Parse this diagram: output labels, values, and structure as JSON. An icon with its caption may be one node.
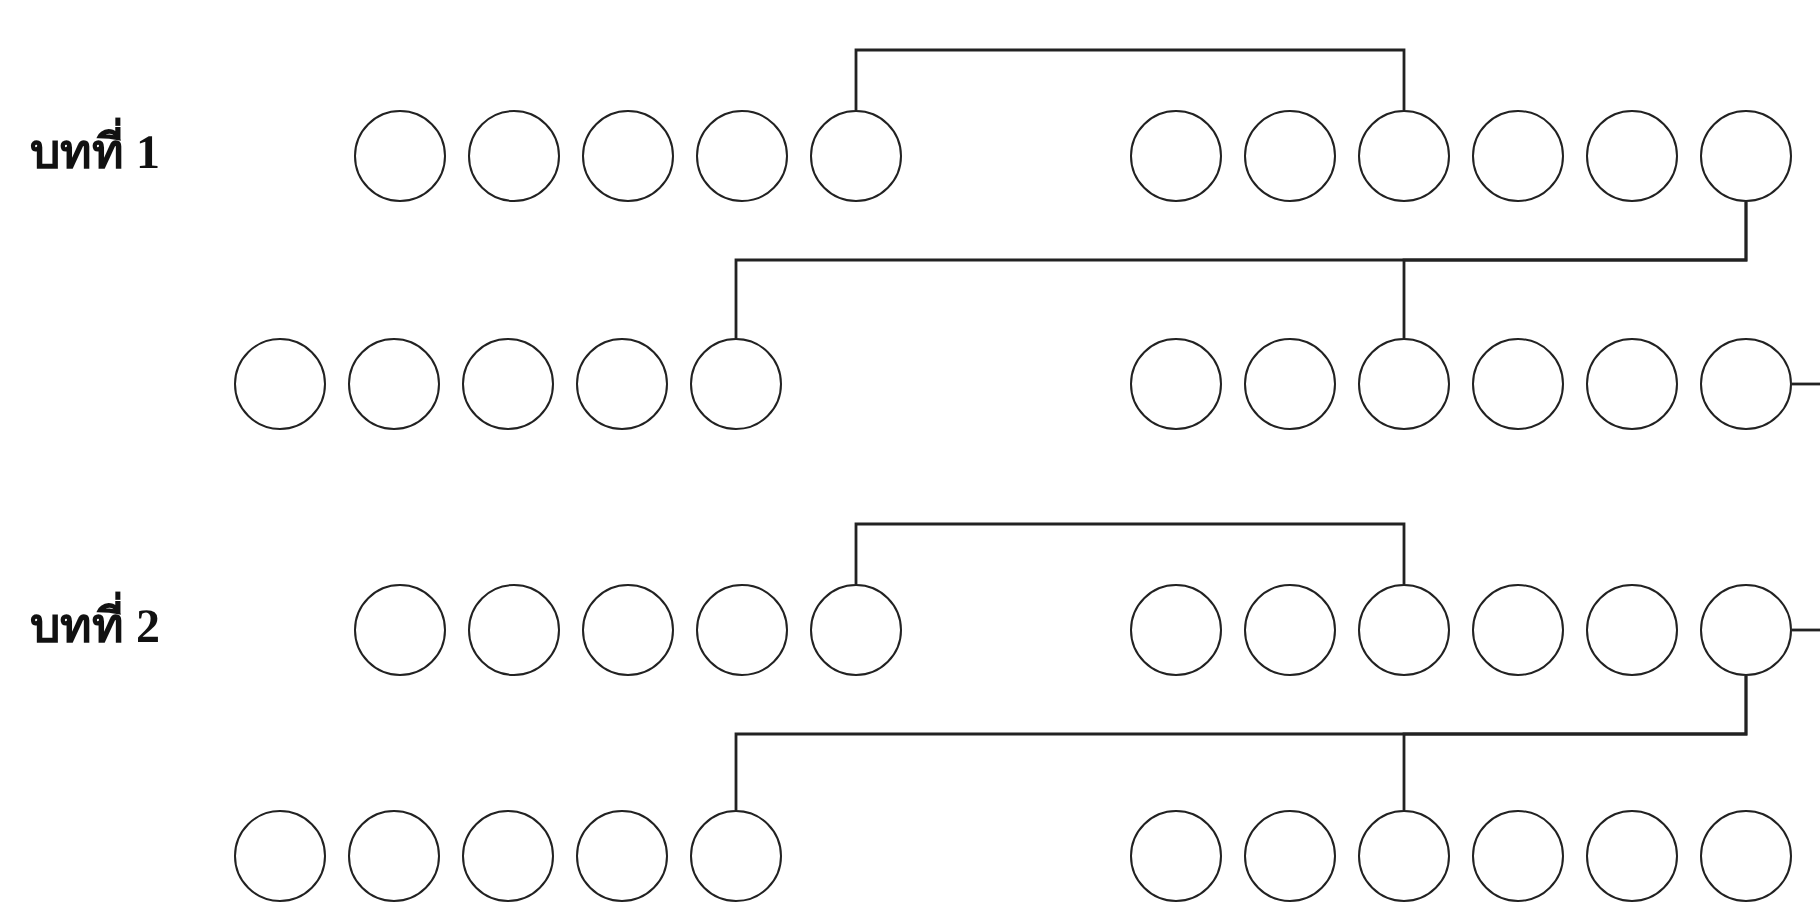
{
  "diagram": {
    "nodes": [
      {
        "text": [],
        "shape": "circle"
      },
      {
        "text": [],
        "shape": "circle"
      },
      {
        "text": [],
        "shape": "circle"
      },
      {
        "text": [],
        "shape": "circle"
      },
      {
        "text": [],
        "shape": "circle"
      },
      {
        "text": [],
        "shape": "circle"
      },
      {
        "text": [],
        "shape": "circle"
      },
      {
        "text": [],
        "shape": "circle"
      },
      {
        "text": [],
        "shape": "circle"
      },
      {
        "text": [],
        "shape": "circle"
      },
      {
        "text": [],
        "shape": "circle"
      },
      {
        "text": [],
        "shape": "circle"
      },
      {
        "text": [],
        "shape": "circle"
      },
      {
        "text": [],
        "shape": "circle"
      },
      {
        "text": [],
        "shape": "circle"
      },
      {
        "text": [],
        "shape": "circle"
      },
      {
        "text": [],
        "shape": "circle"
      },
      {
        "text": [],
        "shape": "circle"
      },
      {
        "text": [],
        "shape": "circle"
      },
      {
        "text": [],
        "shape": "circle"
      },
      {
        "text": [],
        "shape": "circle"
      },
      {
        "text": [],
        "shape": "circle"
      },
      {
        "text": [],
        "shape": "circle"
      },
      {
        "text": [],
        "shape": "circle"
      },
      {
        "text": [],
        "shape": "circle"
      },
      {
        "text": [],
        "shape": "circle"
      },
      {
        "text": [],
        "shape": "circle"
      },
      {
        "text": [],
        "shape": "circle"
      },
      {
        "text": [],
        "shape": "circle"
      },
      {
        "text": [],
        "shape": "circle"
      },
      {
        "text": [],
        "shape": "circle"
      },
      {
        "text": [],
        "shape": "circle"
      },
      {
        "text": [],
        "shape": "circle"
      },
      {
        "text": [],
        "shape": "circle"
      },
      {
        "text": [],
        "shape": "circle"
      },
      {
        "text": [],
        "shape": "circle"
      },
      {
        "text": [],
        "shape": "circle"
      },
      {
        "text": [],
        "shape": "circle"
      },
      {
        "text": [],
        "shape": "circle"
      },
      {
        "text": [],
        "shape": "circle"
      },
      {
        "text": [],
        "shape": "circle"
      },
      {
        "text": [],
        "shape": "circle"
      },
      {
        "text": [],
        "shape": "circle"
      },
      {
        "text": [],
        "shape": "circle"
      }
    ],
    "edges": [
      {
        "from": 4,
        "to": 7,
        "arrow": "none"
      },
      {
        "from": 10,
        "to": 15,
        "arrow": "none"
      },
      {
        "from": 10,
        "to": 18,
        "arrow": "none"
      },
      {
        "from": 21,
        "to": null,
        "arrow": "none"
      },
      {
        "from": 26,
        "to": 29,
        "arrow": "none"
      },
      {
        "from": 32,
        "to": null,
        "arrow": "none"
      },
      {
        "from": 32,
        "to": 37,
        "arrow": "none"
      },
      {
        "from": 32,
        "to": 40,
        "arrow": "none"
      }
    ],
    "labels": [
      "บทที่ 1",
      "บทที่ 2"
    ]
  }
}
